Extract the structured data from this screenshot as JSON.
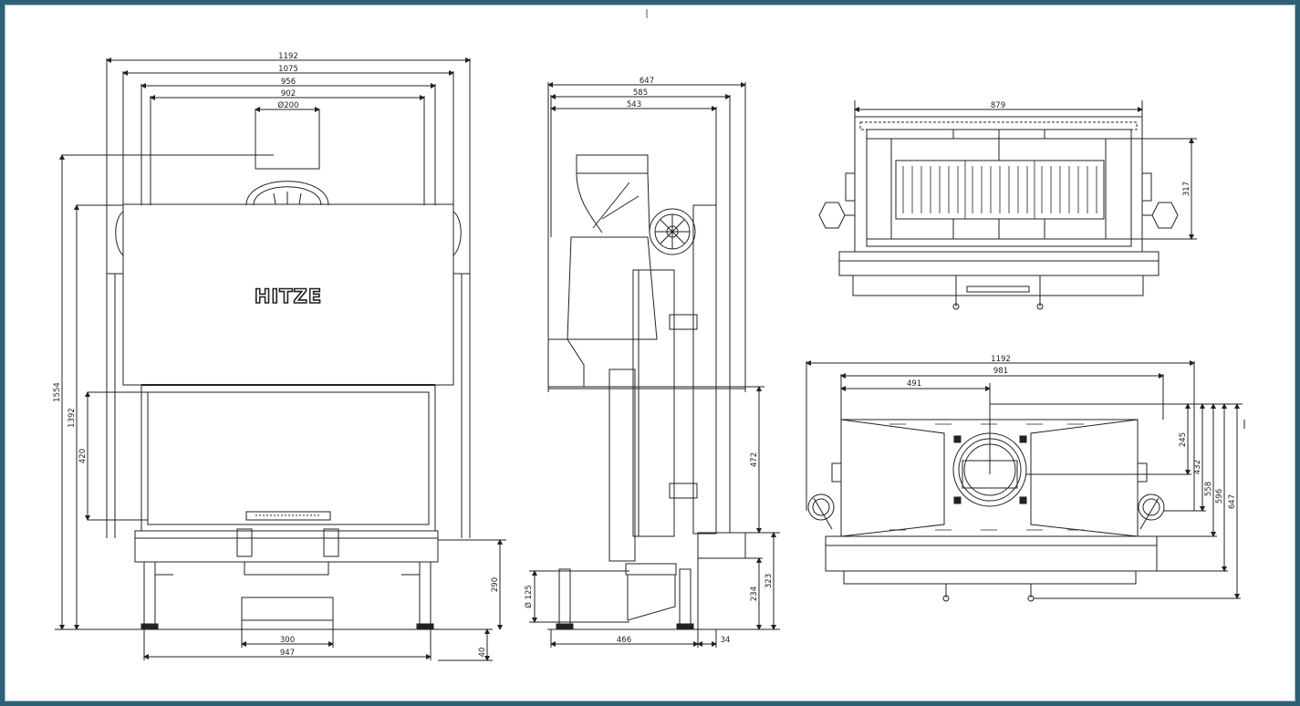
{
  "brand": "HITZE",
  "front": {
    "overall_width": "1192",
    "w_1075": "1075",
    "w_956": "956",
    "w_902": "902",
    "flue": "Ø200",
    "height_1554": "1554",
    "height_1392": "1392",
    "glass_420": "420",
    "leg_gap": "300",
    "base_width": "947",
    "h_290": "290",
    "h_40": "40"
  },
  "side": {
    "d_647": "647",
    "d_585": "585",
    "d_543": "543",
    "h_472": "472",
    "h_323": "323",
    "h_234": "234",
    "inlet": "Ø 125",
    "d_466": "466",
    "d_34": "34"
  },
  "top": {
    "w_879": "879",
    "h_317": "317"
  },
  "plan": {
    "w_1192": "1192",
    "w_981": "981",
    "w_491": "491",
    "d_245": "245",
    "d_432": "432",
    "d_558": "558",
    "d_596": "596",
    "d_647": "647"
  },
  "colors": {
    "frame": "#2c6178",
    "line": "#222222"
  }
}
